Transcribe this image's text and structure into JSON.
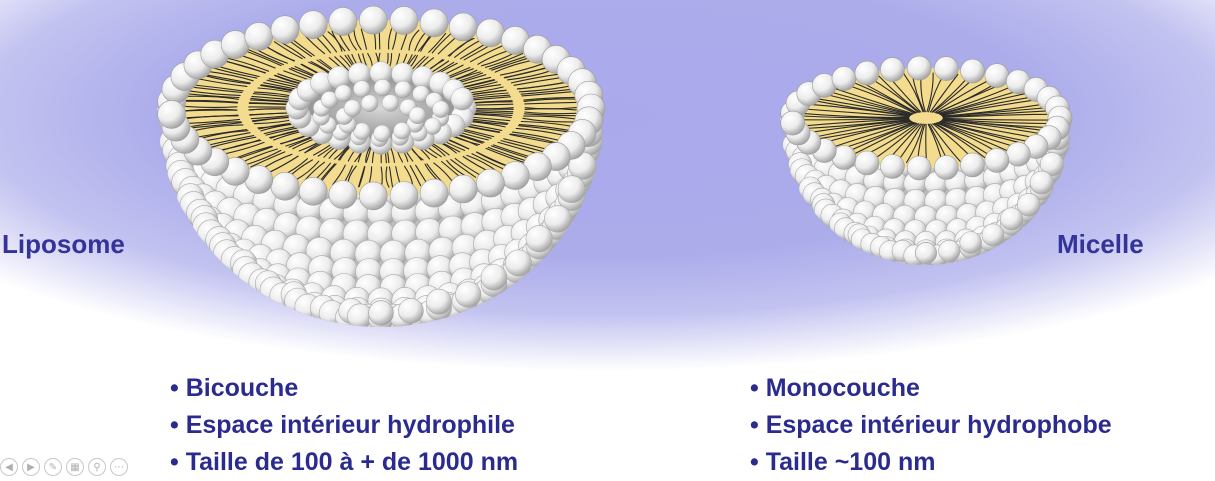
{
  "liposome": {
    "label": "Liposome",
    "bullets": [
      "Bicouche",
      "Espace intérieur hydrophile",
      "Taille de 100 à + de 1000 nm"
    ]
  },
  "micelle": {
    "label": "Micelle",
    "bullets": [
      "Monocouche",
      "Espace intérieur hydrophobe",
      "Taille ~100 nm"
    ]
  },
  "colors": {
    "background": "#acaceb",
    "text": "#333399",
    "lipid_core": "#f4dc8e",
    "head_groups": "#f2f2f2",
    "tails": "#2a2a2a"
  },
  "toolbar": {
    "icons": [
      "previous-icon",
      "next-icon",
      "pen-icon",
      "slides-icon",
      "zoom-icon",
      "more-icon"
    ]
  }
}
